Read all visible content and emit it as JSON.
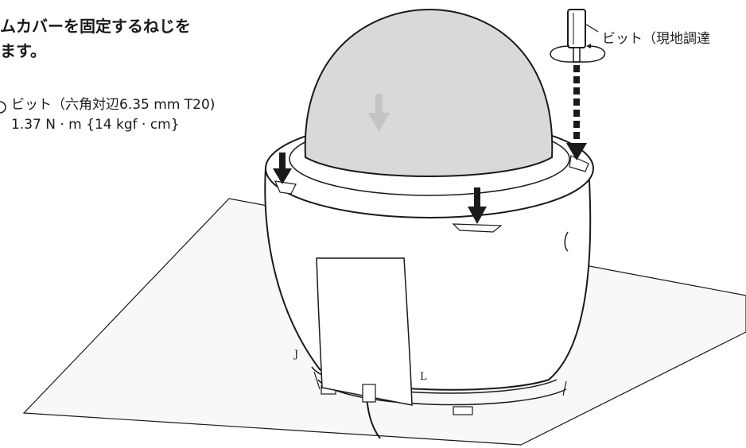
{
  "heading": {
    "line1": "ムカバーを固定するねじを",
    "line2": "ます。"
  },
  "spec": {
    "bit": "ビット（六角対辺6.35 mm T20)",
    "torque": "1.37 N · m {14 kgf · cm}"
  },
  "callout": {
    "bit_label": "ビット（現地調達"
  },
  "colors": {
    "line": "#1a1a1a",
    "dome_fill": "#d9d9d9",
    "ghost_arrow": "#c4c4c4",
    "sheet_fill": "#f8f8f8"
  }
}
